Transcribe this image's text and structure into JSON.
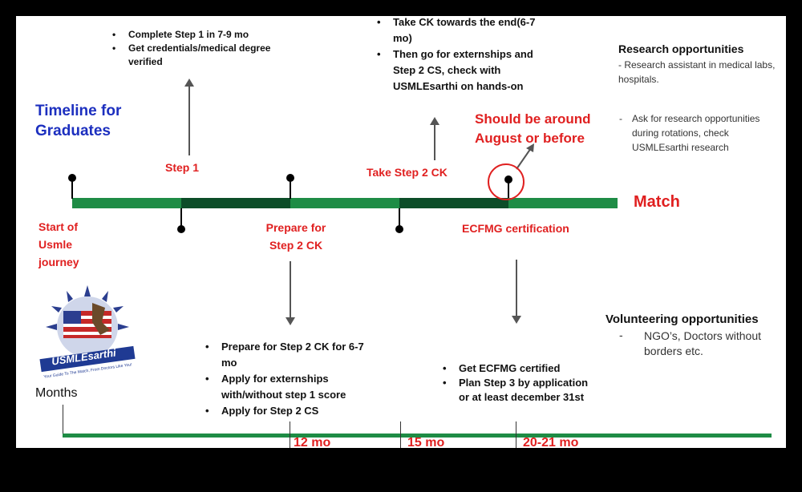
{
  "title": "Timeline  for Graduates",
  "step1": {
    "label": "Step 1",
    "bullets": [
      "Complete Step 1 in 7-9 mo",
      "Get credentials/medical degree verified"
    ]
  },
  "step2ck_top": {
    "label": "Take Step 2 CK",
    "bullets": [
      "Take CK towards the end(6-7 mo)",
      "Then go for externships and Step 2 CS, check with USMLEsarthi on hands-on"
    ]
  },
  "august_note": "Should be around August or before",
  "match_label": "Match",
  "start_label": "Start of Usmle journey",
  "prepare_label": "Prepare for Step 2 CK",
  "ecfmg_label": "ECFMG certification",
  "prepare_bullets": [
    "Prepare for Step 2 CK for 6-7 mo",
    "Apply for externships with/without step 1 score",
    "Apply for Step 2 CS"
  ],
  "ecfmg_bullets": [
    "Get ECFMG certified",
    "Plan Step 3 by application or at least december 31st"
  ],
  "research": {
    "title": "Research opportunities",
    "item1": "- Research assistant in medical labs, hospitals.",
    "item2_dash": "-",
    "item2": "Ask for research opportunities during rotations, check USMLEsarthi  research"
  },
  "volunteering": {
    "title": "Volunteering opportunities",
    "dash": "-",
    "item": "NGO’s, Doctors without borders etc."
  },
  "logo": {
    "text": "USMLEsarthi",
    "tagline": "Your Guide To The Match, From Doctors Like You!"
  },
  "months_label": "Months",
  "month_ticks": [
    "12 mo",
    "15 mo",
    "20-21 mo"
  ],
  "colors": {
    "light_green": "#1e8c45",
    "dark_green": "#0c4d28",
    "red": "#e02020",
    "blue": "#1c2fbf"
  }
}
